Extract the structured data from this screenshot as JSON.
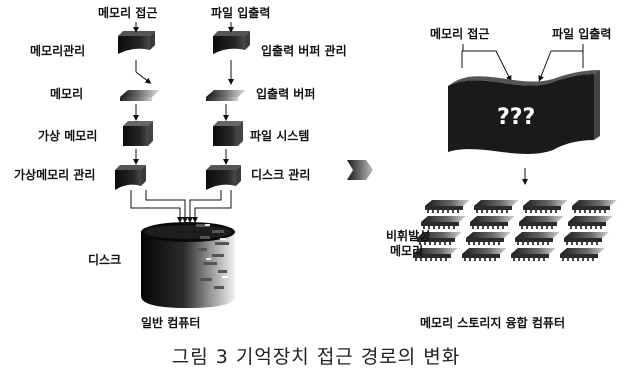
{
  "left": {
    "top_left": "메모리 접근",
    "top_right": "파일 입출력",
    "l1_left": "메모리관리",
    "l1_right": "입출력 버퍼 관리",
    "l2_left": "메모리",
    "l2_right": "입출력 버퍼",
    "l3_left": "가상 메모리",
    "l3_right": "파일 시스템",
    "l4_left": "가상메모리 관리",
    "l4_right": "디스크 관리",
    "disk": "디스크",
    "caption": "일반 컴퓨터"
  },
  "right": {
    "top_left": "메모리 접근",
    "top_right": "파일 입출력",
    "unknown": "???",
    "nvm_line1": "비휘발성",
    "nvm_line2": "메모리",
    "caption": "메모리 스토리지 융합 컴퓨터"
  },
  "figure_caption": "그림 3  기억장치 접근 경로의 변화"
}
